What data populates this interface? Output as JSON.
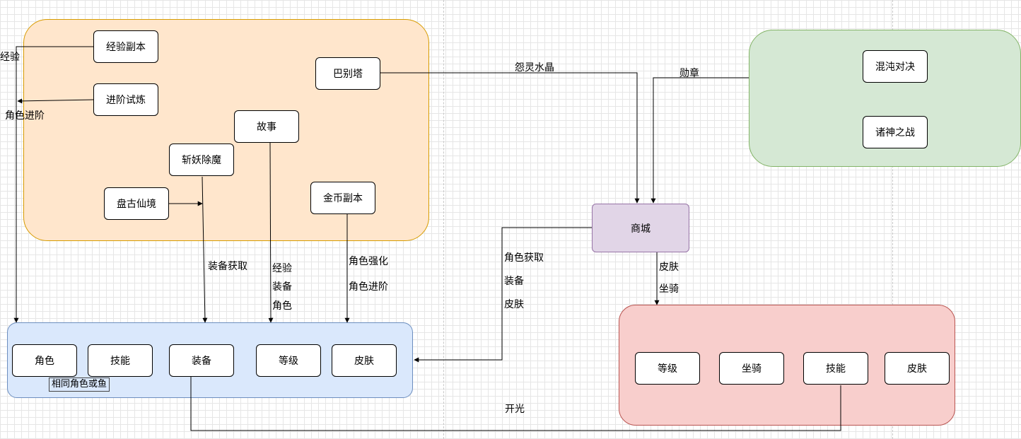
{
  "groups": {
    "pve": {
      "fill": "#ffe6cc",
      "stroke": "#d79b00"
    },
    "pvp": {
      "fill": "#d5e8d4",
      "stroke": "#82b366"
    },
    "role": {
      "fill": "#dae8fc",
      "stroke": "#6c8ebf"
    },
    "pet": {
      "fill": "#f8cecc",
      "stroke": "#b85450"
    },
    "shop": {
      "fill": "#e1d5e7",
      "stroke": "#9673a6"
    }
  },
  "nodes": {
    "exp_dungeon": "经验副本",
    "advance_trial": "进阶试炼",
    "babel": "巴别塔",
    "story": "故事",
    "demon_slayer": "斩妖除魔",
    "pangu": "盘古仙境",
    "gold_dungeon": "金币副本",
    "chaos_duel": "混沌对决",
    "gods_war": "诸神之战",
    "shop": "商城",
    "role_char": "角色",
    "role_skill": "技能",
    "role_equip": "装备",
    "role_level": "等级",
    "role_skin": "皮肤",
    "pet_level": "等级",
    "pet_mount": "坐骑",
    "pet_skill": "技能",
    "pet_skin": "皮肤"
  },
  "labels": {
    "exp": "经验",
    "role_advance": "角色进阶",
    "resent_crystal": "怨灵水晶",
    "medal": "勋章",
    "equip_get": "装备获取",
    "story_1": "经验",
    "story_2": "装备",
    "story_3": "角色",
    "gold_1": "角色强化",
    "gold_2": "角色进阶",
    "shop_left_1": "角色获取",
    "shop_left_2": "装备",
    "shop_left_3": "皮肤",
    "shop_down_1": "皮肤",
    "shop_down_2": "坐骑",
    "light": "开光",
    "same_role": "相同角色或鱼"
  },
  "edge_color": "#000000"
}
